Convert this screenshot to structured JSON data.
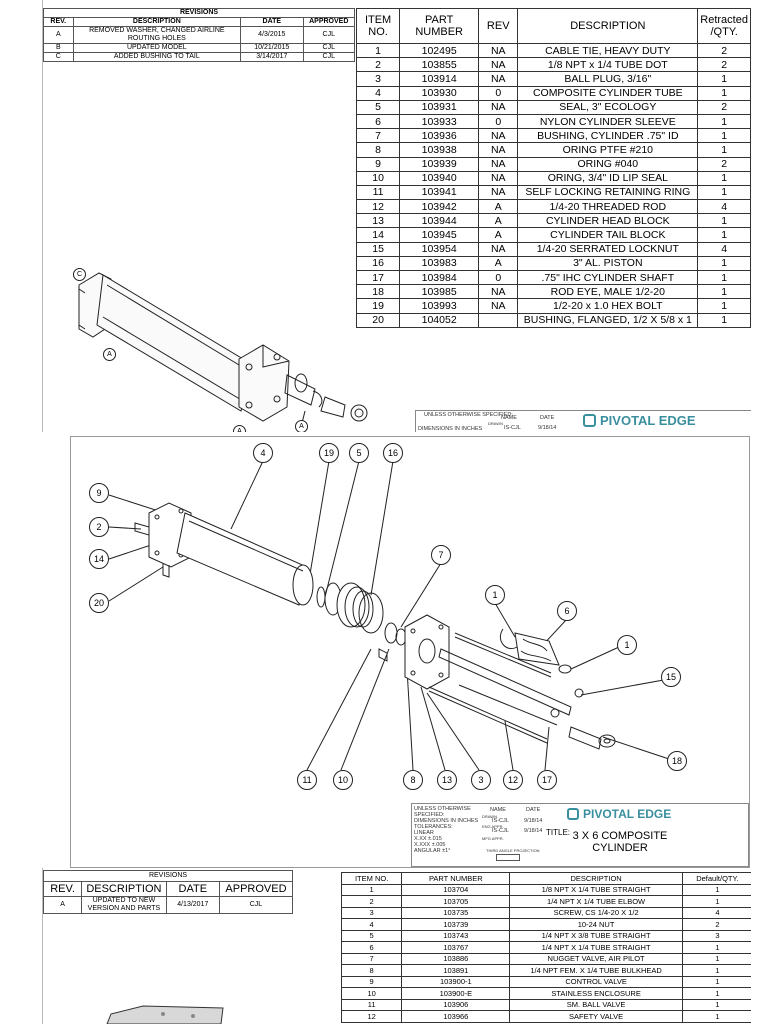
{
  "sheet1": {
    "revisions": {
      "title": "REVISIONS",
      "headers": [
        "REV.",
        "DESCRIPTION",
        "DATE",
        "APPROVED"
      ],
      "rows": [
        [
          "A",
          "REMOVED WASHER, CHANGED AIRLINE ROUTING HOLES",
          "4/3/2015",
          "CJL"
        ],
        [
          "B",
          "UPDATED MODEL",
          "10/21/2015",
          "CJL"
        ],
        [
          "C",
          "ADDED BUSHING TO TAIL",
          "3/14/2017",
          "CJL"
        ]
      ]
    },
    "bom": {
      "headers": [
        "ITEM NO.",
        "PART NUMBER",
        "REV",
        "DESCRIPTION",
        "Retracted /QTY."
      ],
      "rows": [
        [
          "1",
          "102495",
          "NA",
          "CABLE TIE, HEAVY DUTY",
          "2"
        ],
        [
          "2",
          "103855",
          "NA",
          "1/8 NPT x 1/4 TUBE DOT",
          "2"
        ],
        [
          "3",
          "103914",
          "NA",
          "BALL PLUG, 3/16\"",
          "1"
        ],
        [
          "4",
          "103930",
          "0",
          "COMPOSITE CYLINDER TUBE",
          "1"
        ],
        [
          "5",
          "103931",
          "NA",
          "SEAL, 3\" ECOLOGY",
          "2"
        ],
        [
          "6",
          "103933",
          "0",
          "NYLON CYLINDER SLEEVE",
          "1"
        ],
        [
          "7",
          "103936",
          "NA",
          "BUSHING, CYLINDER .75\" ID",
          "1"
        ],
        [
          "8",
          "103938",
          "NA",
          "ORING PTFE #210",
          "1"
        ],
        [
          "9",
          "103939",
          "NA",
          "ORING #040",
          "2"
        ],
        [
          "10",
          "103940",
          "NA",
          "ORING, 3/4\" ID LIP SEAL",
          "1"
        ],
        [
          "11",
          "103941",
          "NA",
          "SELF LOCKING RETAINING RING",
          "1"
        ],
        [
          "12",
          "103942",
          "A",
          "1/4-20 THREADED ROD",
          "4"
        ],
        [
          "13",
          "103944",
          "A",
          "CYLINDER HEAD BLOCK",
          "1"
        ],
        [
          "14",
          "103945",
          "A",
          "CYLINDER TAIL BLOCK",
          "1"
        ],
        [
          "15",
          "103954",
          "NA",
          "1/4-20 SERRATED LOCKNUT",
          "4"
        ],
        [
          "16",
          "103983",
          "A",
          "3\" AL. PISTON",
          "1"
        ],
        [
          "17",
          "103984",
          "0",
          ".75\" IHC CYLINDER SHAFT",
          "1"
        ],
        [
          "18",
          "103985",
          "NA",
          "ROD EYE, MALE 1/2-20",
          "1"
        ],
        [
          "19",
          "103993",
          "NA",
          "1/2-20 x 1.0 HEX BOLT",
          "1"
        ],
        [
          "20",
          "104052",
          "",
          "BUSHING, FLANGED, 1/2 X 5/8 x 1",
          "1"
        ]
      ]
    },
    "titleblock": {
      "unless": "UNLESS OTHERWISE SPECIFIED:",
      "dims": "DIMENSIONS IN INCHES",
      "name_label": "NAME",
      "date_label": "DATE",
      "drawn_label": "DRAWN",
      "drawn_name": "IS-CJL",
      "drawn_date": "9/18/14",
      "logo": "PIVOTAL EDGE"
    },
    "callouts": [
      "C",
      "A",
      "A",
      "A"
    ]
  },
  "sheet2": {
    "callouts": [
      "4",
      "19",
      "5",
      "16",
      "9",
      "2",
      "14",
      "20",
      "7",
      "1",
      "6",
      "1",
      "15",
      "18",
      "11",
      "10",
      "8",
      "13",
      "3",
      "12",
      "17"
    ],
    "titleblock": {
      "unless": "UNLESS OTHERWISE SPECIFIED:",
      "dims": "DIMENSIONS IN INCHES",
      "tolerances": "TOLERANCES:",
      "linear": "LINEAR",
      "tol1": "X.XX  ±.015",
      "tol2": "X.XXX  ±.005",
      "angular": "ANGULAR  ±1°",
      "name_label": "NAME",
      "date_label": "DATE",
      "drawn_label": "DRAWN",
      "drawn_name": "IS-CJL",
      "drawn_date": "9/18/14",
      "eng_label": "ENG APPR.",
      "eng_name": "IS-CJL",
      "eng_date": "9/18/14",
      "mfg_label": "MFG APPR.",
      "projection": "THIRD ANGLE PROJECTION",
      "title_label": "TITLE:",
      "title": "3 X 6 COMPOSITE CYLINDER",
      "logo": "PIVOTAL EDGE"
    }
  },
  "sheet3": {
    "revisions": {
      "title": "REVISIONS",
      "headers": [
        "REV.",
        "DESCRIPTION",
        "DATE",
        "APPROVED"
      ],
      "rows": [
        [
          "A",
          "UPDATED TO NEW VERSION AND PARTS",
          "4/13/2017",
          "CJL"
        ]
      ]
    },
    "bom": {
      "headers": [
        "ITEM NO.",
        "PART NUMBER",
        "DESCRIPTION",
        "Default/QTY."
      ],
      "rows": [
        [
          "1",
          "103704",
          "1/8 NPT X 1/4 TUBE STRAIGHT",
          "1"
        ],
        [
          "2",
          "103705",
          "1/4 NPT X 1/4 TUBE ELBOW",
          "1"
        ],
        [
          "3",
          "103735",
          "SCREW, CS 1/4-20 X 1/2",
          "4"
        ],
        [
          "4",
          "103739",
          "10-24 NUT",
          "2"
        ],
        [
          "5",
          "103743",
          "1/4 NPT X 3/8 TUBE STRAIGHT",
          "3"
        ],
        [
          "6",
          "103767",
          "1/4 NPT X 1/4 TUBE STRAIGHT",
          "1"
        ],
        [
          "7",
          "103886",
          "NUGGET VALVE, AIR PILOT",
          "1"
        ],
        [
          "8",
          "103891",
          "1/4 NPT FEM. X 1/4 TUBE BULKHEAD",
          "1"
        ],
        [
          "9",
          "103900-1",
          "CONTROL VALVE",
          "1"
        ],
        [
          "10",
          "103900-E",
          "STAINLESS ENCLOSURE",
          "1"
        ],
        [
          "11",
          "103906",
          "SM. BALL VALVE",
          "1"
        ],
        [
          "12",
          "103966",
          "SAFETY VALVE",
          "1"
        ]
      ]
    }
  },
  "colors": {
    "logo": "#3a8f9e",
    "line": "#222222"
  }
}
